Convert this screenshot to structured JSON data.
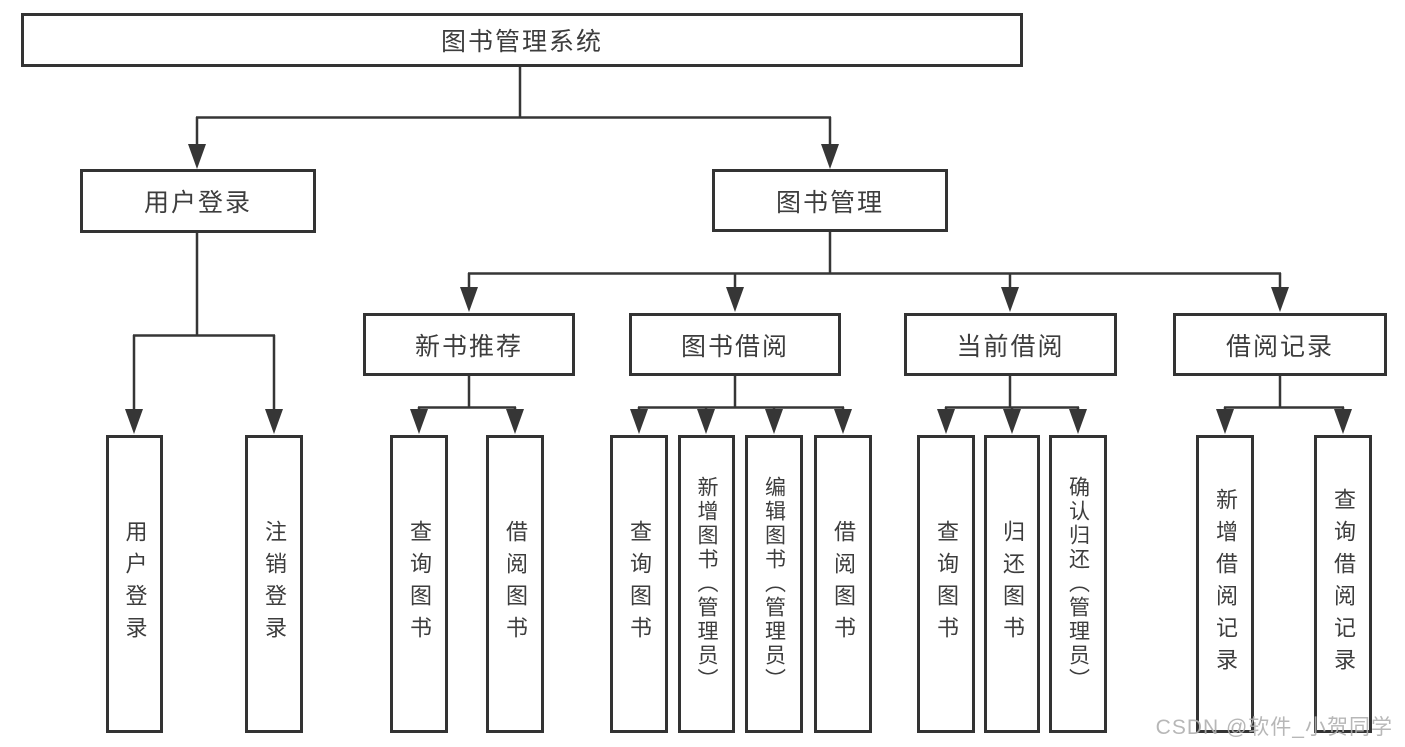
{
  "colors": {
    "line": "#363636",
    "box_border": "#333333",
    "box_fill": "#ffffff",
    "text": "#3d3d3d",
    "watermark": "#afafaf",
    "background": "#ffffff"
  },
  "tree": {
    "root": {
      "label": "图书管理系统"
    },
    "user_login": {
      "label": "用户登录",
      "children": {
        "login": "用户登录",
        "logout": "注销登录"
      }
    },
    "book_mgmt": {
      "label": "图书管理"
    },
    "new_book_rec": {
      "label": "新书推荐",
      "children": {
        "query_books": "查询图书",
        "borrow_books": "借阅图书"
      }
    },
    "book_borrow": {
      "label": "图书借阅",
      "children": {
        "query_books": "查询图书",
        "add_books": "新增图书（管理员）",
        "edit_books": "编辑图书（管理员）",
        "borrow_books": "借阅图书"
      }
    },
    "current_borrow": {
      "label": "当前借阅",
      "children": {
        "query_books": "查询图书",
        "return_books": "归还图书",
        "confirm_return": "确认归还（管理员）"
      }
    },
    "borrow_records": {
      "label": "借阅记录",
      "children": {
        "add_record": "新增借阅记录",
        "query_record": "查询借阅记录"
      }
    }
  },
  "watermark": "CSDN @软件_小贺同学"
}
